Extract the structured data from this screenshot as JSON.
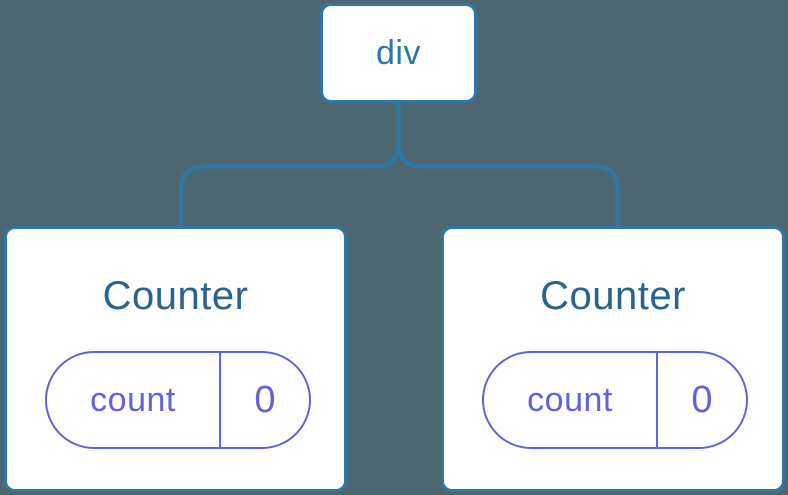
{
  "colors": {
    "background": "#4C6772",
    "line": "#2D78A7",
    "node_text": "#2A638C",
    "state": "#6262D9",
    "card_bg": "#FFFFFF"
  },
  "tree": {
    "root": {
      "label": "div"
    },
    "children": [
      {
        "label": "Counter",
        "state": {
          "key": "count",
          "value": "0"
        }
      },
      {
        "label": "Counter",
        "state": {
          "key": "count",
          "value": "0"
        }
      }
    ]
  }
}
